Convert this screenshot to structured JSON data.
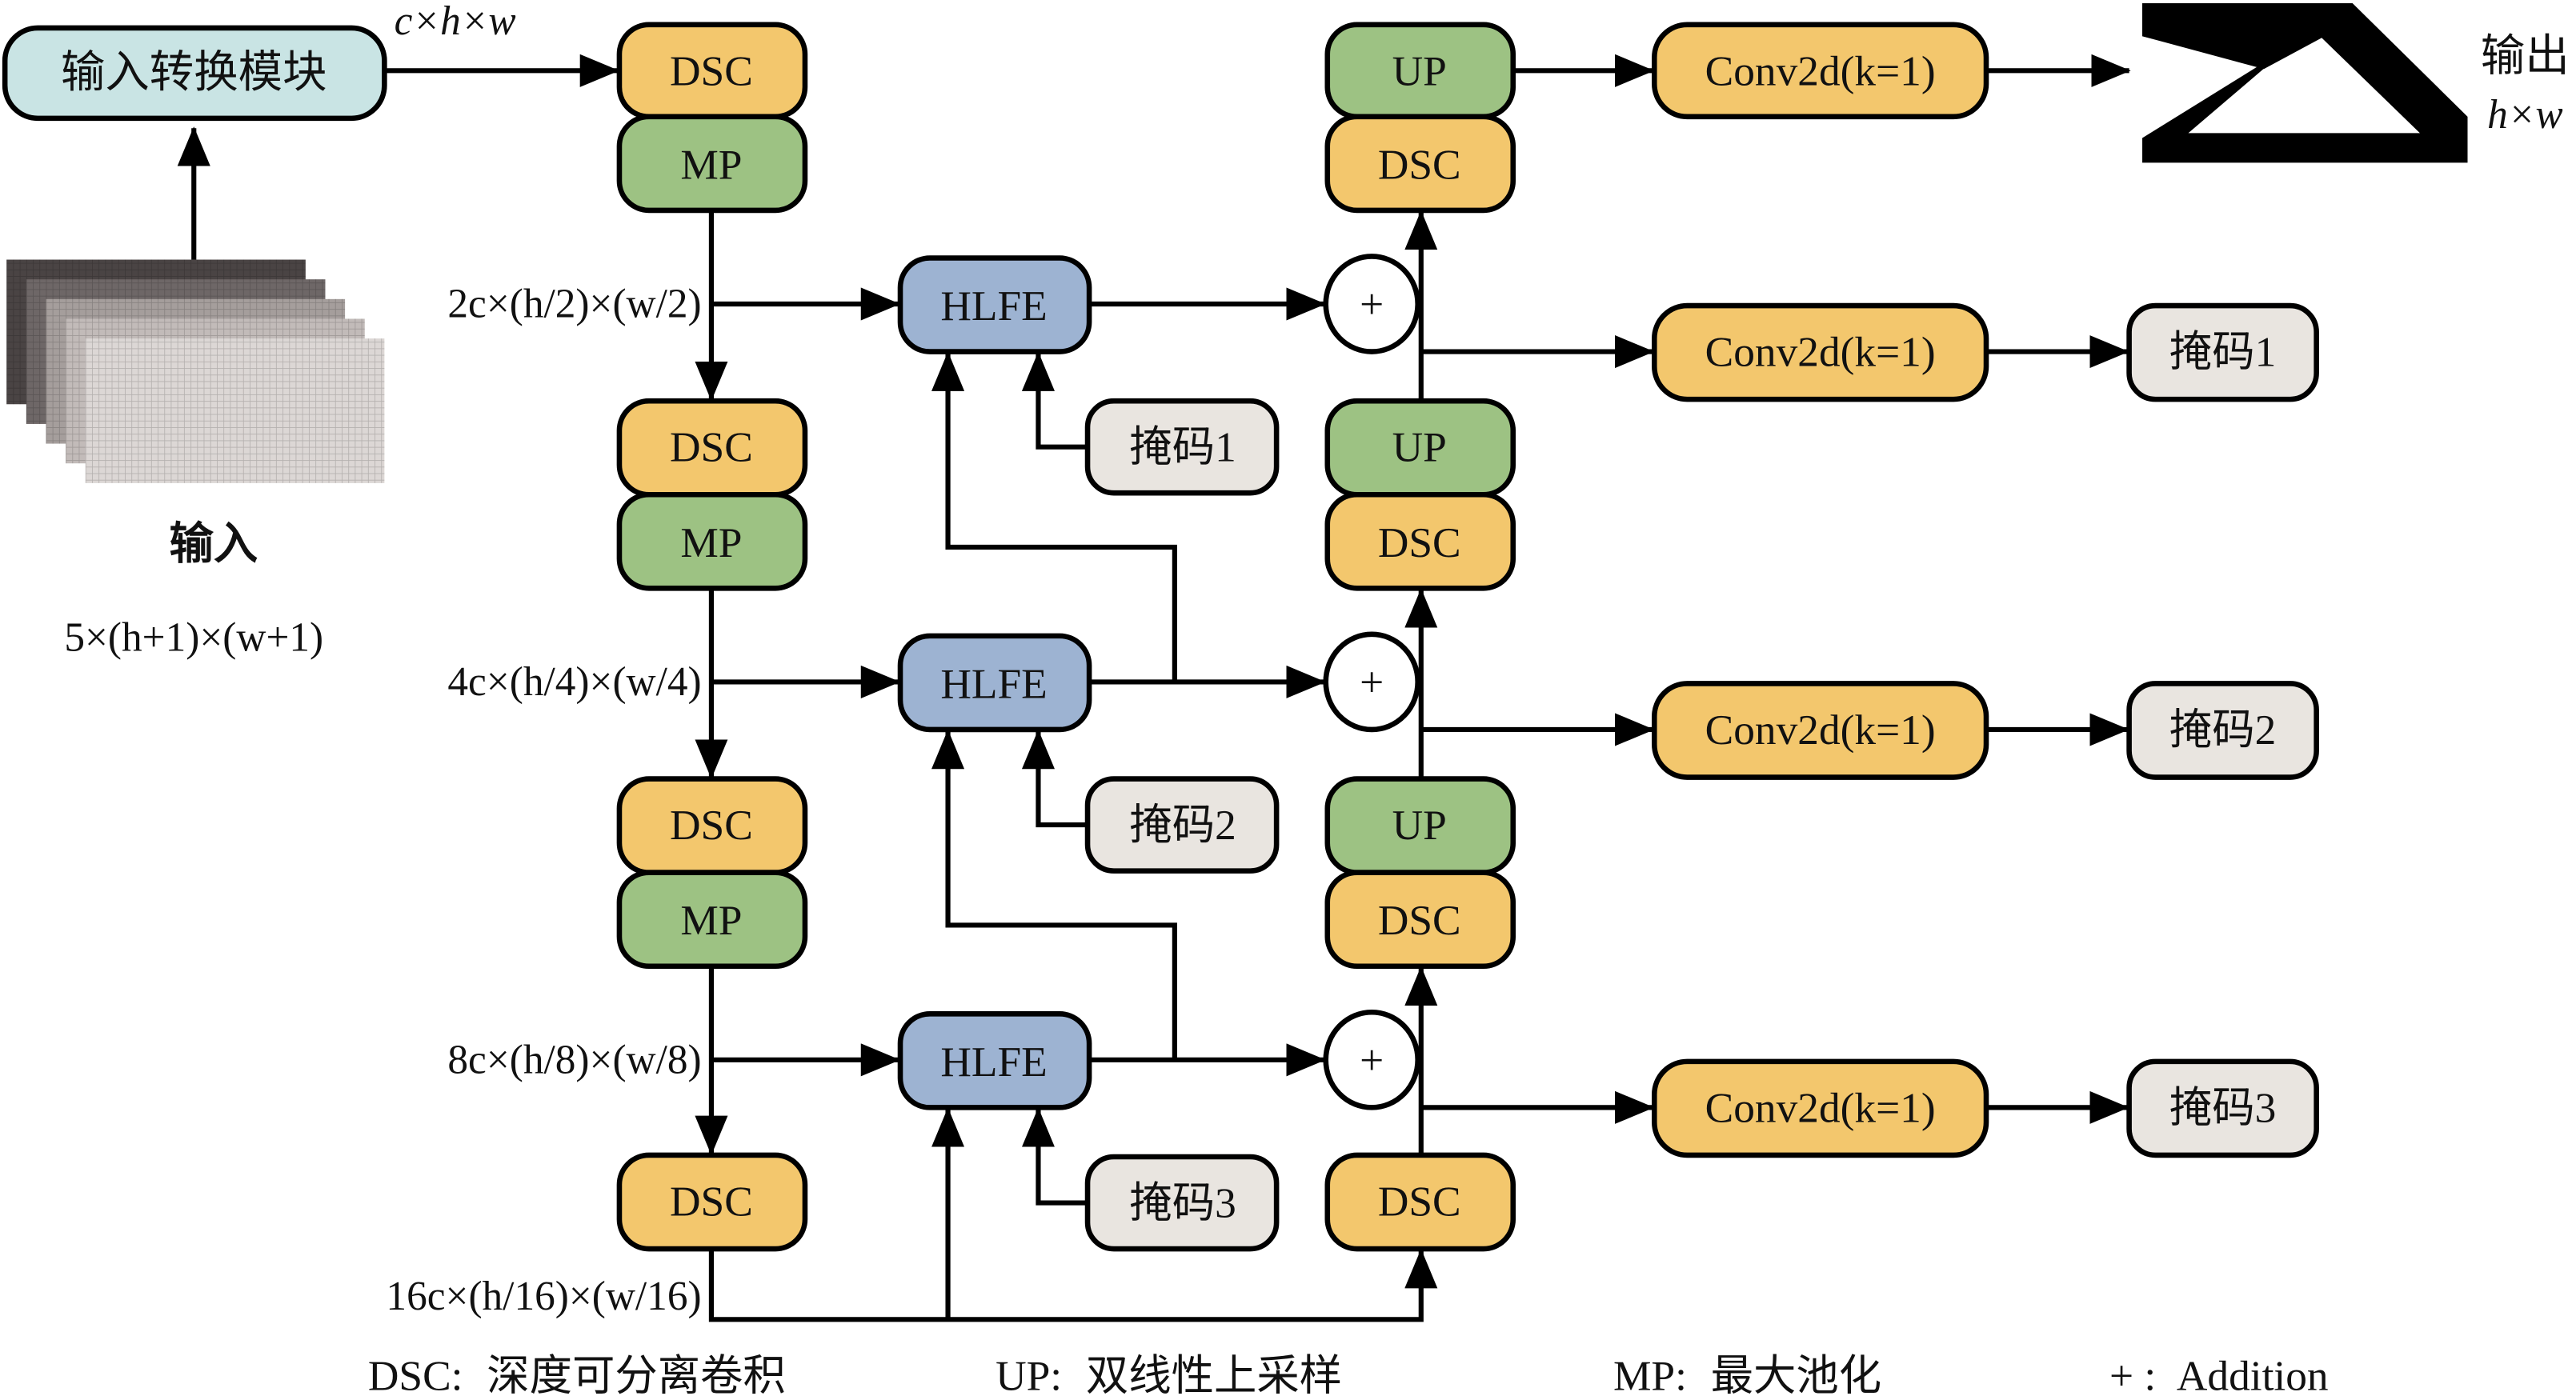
{
  "colors": {
    "dsc": "#F3C76D",
    "mp": "#9DC283",
    "up": "#9DC283",
    "hlfe": "#9DB3D2",
    "conv": "#F3C76D",
    "mask": "#E9E5E0",
    "transform": "#C9E4E4",
    "add": "#FFFFFF"
  },
  "input": {
    "title": "输入",
    "shape": "5×(h+1)×(w+1)"
  },
  "transform_module": {
    "label": "输入转换模块"
  },
  "output": {
    "title": "输出",
    "shape": "h×w"
  },
  "edge_labels": {
    "level0": "c×h×w",
    "level1": "2c×(h/2)×(w/2)",
    "level2": "4c×(h/4)×(w/4)",
    "level3": "8c×(h/8)×(w/8)",
    "level4": "16c×(h/16)×(w/16)"
  },
  "encoder": [
    {
      "top": "DSC",
      "bottom": "MP"
    },
    {
      "top": "DSC",
      "bottom": "MP"
    },
    {
      "top": "DSC",
      "bottom": "MP"
    },
    {
      "top": "DSC"
    }
  ],
  "hlfe": [
    {
      "label": "HLFE",
      "mask": "掩码1"
    },
    {
      "label": "HLFE",
      "mask": "掩码2"
    },
    {
      "label": "HLFE",
      "mask": "掩码3"
    }
  ],
  "add_symbol": "+",
  "decoder": [
    {
      "top": "UP",
      "bottom": "DSC"
    },
    {
      "top": "UP",
      "bottom": "DSC"
    },
    {
      "top": "UP",
      "bottom": "DSC"
    },
    {
      "top": "DSC"
    }
  ],
  "heads": [
    {
      "conv": "Conv2d(k=1)",
      "output": "输出"
    },
    {
      "conv": "Conv2d(k=1)",
      "output": "掩码1"
    },
    {
      "conv": "Conv2d(k=1)",
      "output": "掩码2"
    },
    {
      "conv": "Conv2d(k=1)",
      "output": "掩码3"
    }
  ],
  "legend": [
    {
      "key": "DSC:",
      "value": "深度可分离卷积"
    },
    {
      "key": "UP:",
      "value": "双线性上采样"
    },
    {
      "key": "MP:",
      "value": "最大池化"
    },
    {
      "key": "+ :",
      "value": "Addition"
    }
  ]
}
